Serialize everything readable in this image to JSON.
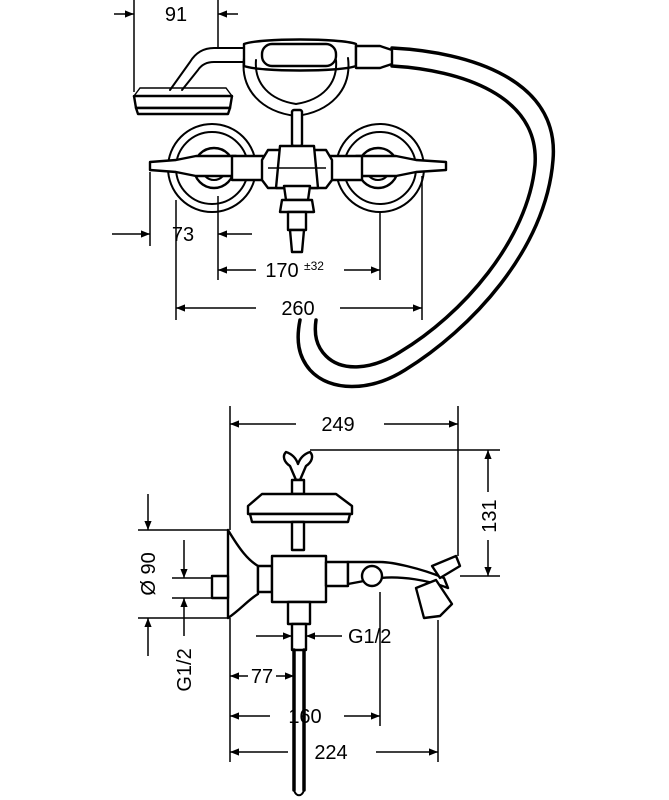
{
  "dimensions": {
    "handshower_width": "91",
    "handle_offset": "73",
    "center_distance": "170",
    "center_distance_tolerance": "±32",
    "overall_width_front": "260",
    "depth": "249",
    "height": "131",
    "escutcheon_diameter": "Ø 90",
    "inlet_thread_vertical": "G1/2",
    "outlet_thread": "G1/2",
    "spout_offset": "77",
    "dim_160": "160",
    "dim_224": "224"
  }
}
